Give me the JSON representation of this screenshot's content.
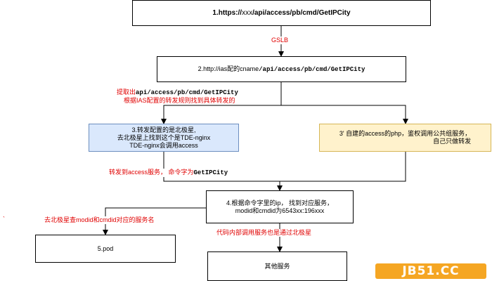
{
  "nodes": {
    "n1": {
      "prefix": "1.https://",
      "mid": "xxx",
      "suffix": "/api/access/pb/cmd/GetIPCity"
    },
    "n2": {
      "prefix": "2.http://ias配的cname",
      "path": "/api/access/pb/cmd/GetIPCity"
    },
    "n3": {
      "line1": "3.转发配置的是北极星,",
      "line2": "去北极星上找到这个是TDE-nginx",
      "line3": "TDE-nginx会调用access"
    },
    "n3b": {
      "line1": "3' 自建的access的php，鉴权调用公共组服务，",
      "line2": "自己只做转发"
    },
    "n4": {
      "line1": "4.根据命令字里的ip， 找到对应服务，",
      "line2": "modid和cmdid为6543xx:196xxx"
    },
    "n5": {
      "line1": "5.pod"
    },
    "n6": {
      "line1": "其他服务"
    }
  },
  "labels": {
    "gslb": "GSLB",
    "extract_prefix": "提取出",
    "extract_path": "api/access/pb/cmd/GetIPCity",
    "rule": "根据IAS配置的转发规则找到具体转发的",
    "forward_prefix": "转发到access服务， 命令字为",
    "forward_cmd": "GetIPCity",
    "polaris": "去北极星查modid和cmdid对应的服务名",
    "internal": "代码内部调用服务也是通过北极星",
    "tick": "`"
  },
  "watermark": "JB51.CC"
}
